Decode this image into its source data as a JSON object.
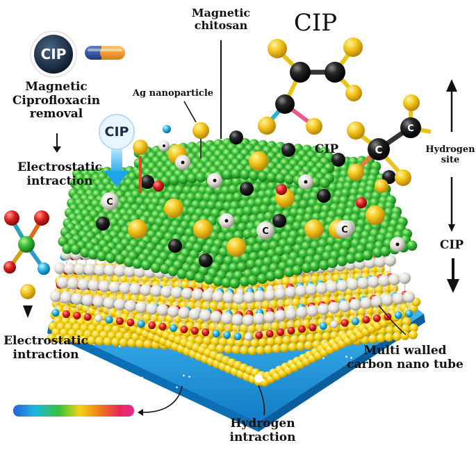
{
  "labels": {
    "magnetic_chitosan": "Magnetic\nchitosan",
    "cip_title": "CIP",
    "ag_nanoparticle": "Ag nanoparticle",
    "magnetic_cip_removal": "Magnetic\nCiprofloxacin\nremoval",
    "cip_logo": "CIP",
    "cip_bubble": "CIP",
    "electrostatic_top": "Electrostatic\nintraction",
    "electrostatic_bottom": "Electrostatic\nintraction",
    "cip_mid": "CIP",
    "hydrogen_site": "Hydrogen\nsite",
    "cip_right": "CIP",
    "mwcnt": "Multi walled\ncarbon nano tube",
    "hydrogen_interaction": "Hydrogen\nintraction",
    "atom_c": "C"
  },
  "colors": {
    "chitosan_green": "#3cbf3a",
    "ag_yellow": "#f2c418",
    "carbon_black": "#1a1a1a",
    "cnt_yellow": "#f3d20e",
    "base_blue": "#1e9fe0",
    "lipid_white": "#e8e4dc",
    "oxygen_red": "#e02020",
    "cyan_bead": "#23b5e8"
  },
  "icons": [
    "cip-logo-icon",
    "capsule-icon",
    "cip-molecule-icon",
    "electrostatic-molecule-icon",
    "rainbow-gradient-bar"
  ]
}
